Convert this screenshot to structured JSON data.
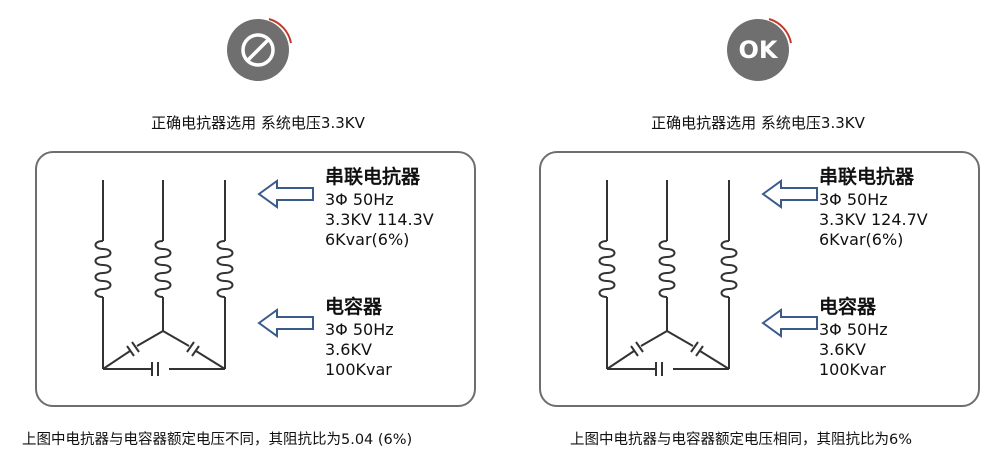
{
  "left": {
    "status": "prohibited",
    "heading": "正确电抗器选用 系统电压3.3KV",
    "reactor": {
      "title": "串联电抗器",
      "line1": "3Φ 50Hz",
      "line2": "3.3KV 114.3V",
      "line3": "6Kvar(6%)"
    },
    "capacitor": {
      "title": "电容器",
      "line1": "3Φ 50Hz",
      "line2": "3.6KV",
      "line3": "100Kvar"
    },
    "caption": "上图中电抗器与电容器额定电压不同，其阻抗比为5.04 (6%)"
  },
  "right": {
    "status": "ok",
    "status_label": "OK",
    "heading": "正确电抗器选用 系统电压3.3KV",
    "reactor": {
      "title": "串联电抗器",
      "line1": "3Φ 50Hz",
      "line2": "3.3KV 124.7V",
      "line3": "6Kvar(6%)"
    },
    "capacitor": {
      "title": "电容器",
      "line1": "3Φ 50Hz",
      "line2": "3.6KV",
      "line3": "100Kvar"
    },
    "caption": "上图中电抗器与电容器额定电压相同，其阻抗比为6%"
  },
  "colors": {
    "badge": "#6f6f6f",
    "arc": "#c0392b",
    "arrow": "#3a5a8c",
    "panel_border": "#6e6e6e"
  }
}
